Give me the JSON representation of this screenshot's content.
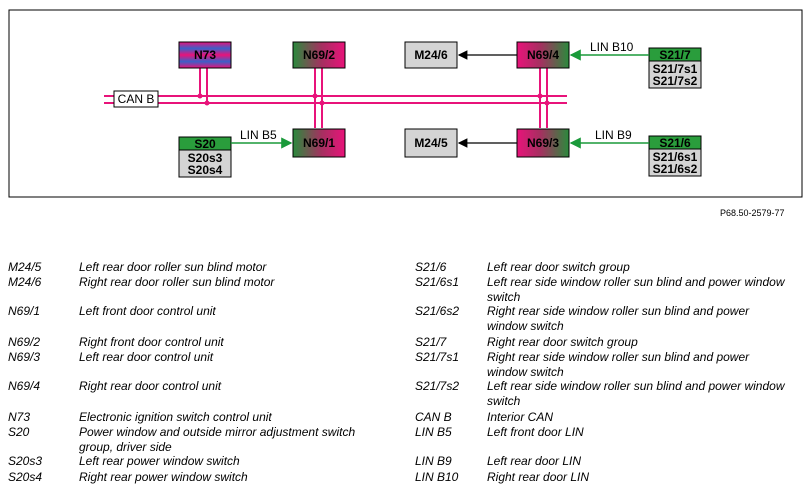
{
  "diagram": {
    "nodes": {
      "n73": "N73",
      "n69_2": "N69/2",
      "n69_1": "N69/1",
      "n69_4": "N69/4",
      "n69_3": "N69/3",
      "m24_6": "M24/6",
      "m24_5": "M24/5",
      "s20": "S20",
      "s20_sub1": "S20s3",
      "s20_sub2": "S20s4",
      "s21_7": "S21/7",
      "s21_7_sub1": "S21/7s1",
      "s21_7_sub2": "S21/7s2",
      "s21_6": "S21/6",
      "s21_6_sub1": "S21/6s1",
      "s21_6_sub2": "S21/6s2",
      "can_b": "CAN B"
    },
    "links": {
      "lin_b5": "LIN B5",
      "lin_b10": "LIN B10",
      "lin_b9": "LIN B9"
    },
    "colors": {
      "can_bus": "#e8137a",
      "lin": "#1a9a3a",
      "green_box": "#2a9d3c",
      "grey_box": "#d4d4d4"
    },
    "reference": "P68.50-2579-77"
  },
  "legend": {
    "left": [
      {
        "code": "M24/5",
        "desc": "Left rear door roller sun blind motor"
      },
      {
        "code": "M24/6",
        "desc": "Right rear door roller sun blind motor"
      },
      {
        "code": "N69/1",
        "desc": "Left front door control unit"
      },
      {
        "code": "N69/2",
        "desc": "Right front door control unit"
      },
      {
        "code": "N69/3",
        "desc": "Left rear door control unit"
      },
      {
        "code": "N69/4",
        "desc": "Right rear door control unit"
      },
      {
        "code": "N73",
        "desc": "Electronic ignition switch control unit"
      },
      {
        "code": "S20",
        "desc": "Power window and outside mirror adjustment switch group, driver side"
      },
      {
        "code": "S20s3",
        "desc": "Left rear power window switch"
      },
      {
        "code": "S20s4",
        "desc": "Right rear power window switch"
      }
    ],
    "right": [
      {
        "code": "S21/6",
        "desc": "Left rear door switch group"
      },
      {
        "code": "S21/6s1",
        "desc": "Left rear side window roller sun blind and power window switch"
      },
      {
        "code": "S21/6s2",
        "desc": "Right rear side window roller sun blind and power window switch"
      },
      {
        "code": "S21/7",
        "desc": "Right rear door switch group"
      },
      {
        "code": "S21/7s1",
        "desc": "Right rear side window roller sun blind and power window switch"
      },
      {
        "code": "S21/7s2",
        "desc": "Left rear side window roller sun blind and power window switch"
      },
      {
        "code": "CAN B",
        "desc": "Interior CAN"
      },
      {
        "code": "LIN B5",
        "desc": "Left front door LIN"
      },
      {
        "code": "LIN B9",
        "desc": "Left rear door LIN"
      },
      {
        "code": "LIN B10",
        "desc": "Right rear door LIN"
      }
    ]
  }
}
